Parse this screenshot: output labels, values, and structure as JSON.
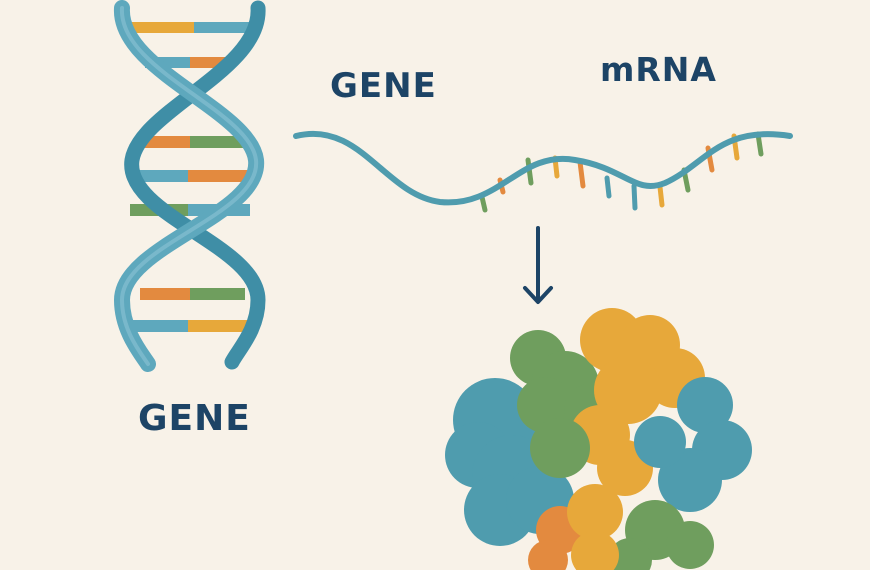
{
  "labels": {
    "gene_top": "GENE",
    "mrna": "mRNA",
    "gene_bottom": "GENE"
  },
  "colors": {
    "background": "#f8f2e8",
    "strand": "#5ea8bd",
    "strand_dark": "#3f8ea6",
    "label": "#1d4466",
    "orange": "#e38a3f",
    "yellow": "#e7a83a",
    "green": "#6f9e5e",
    "teal": "#4f9cae",
    "arrow": "#1d4466"
  },
  "diagram": {
    "elements": [
      "dna-double-helix",
      "mrna-strand",
      "translation-arrow",
      "folded-protein"
    ]
  }
}
